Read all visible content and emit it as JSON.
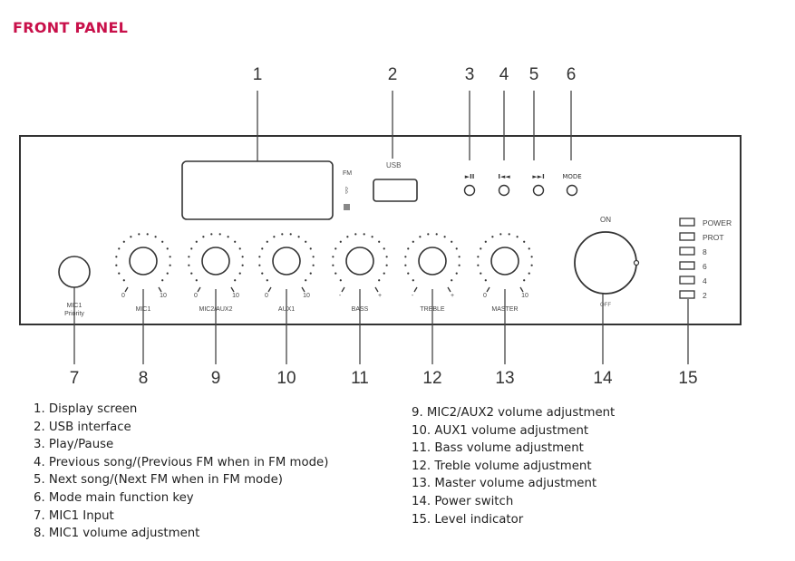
{
  "title": "FRONT PANEL",
  "callout_numbers": [
    "1",
    "2",
    "3",
    "4",
    "5",
    "6",
    "7",
    "8",
    "9",
    "10",
    "11",
    "12",
    "13",
    "14",
    "15"
  ],
  "panel": {
    "display_indicators": [
      "FM",
      "bluetooth",
      "usb-card"
    ],
    "usb_label": "USB",
    "transport_buttons": [
      {
        "icon": "play-pause-icon",
        "glyph": "►II"
      },
      {
        "icon": "previous-icon",
        "glyph": "I◄◄"
      },
      {
        "icon": "next-icon",
        "glyph": "►►I"
      },
      {
        "icon": "mode-button",
        "glyph": "MODE"
      }
    ],
    "mic_input": {
      "line1": "MIC1",
      "line2": "Priority"
    },
    "knobs": [
      {
        "name": "MIC1",
        "min": "0",
        "max": "10"
      },
      {
        "name": "MIC2/AUX2",
        "min": "0",
        "max": "10"
      },
      {
        "name": "AUX1",
        "min": "0",
        "max": "10"
      },
      {
        "name": "BASS",
        "min": "-",
        "max": "+"
      },
      {
        "name": "TREBLE",
        "min": "-",
        "max": "+"
      },
      {
        "name": "MASTER",
        "min": "0",
        "max": "10"
      }
    ],
    "power_switch": {
      "on": "ON",
      "off": "OFF"
    },
    "leds": [
      "POWER",
      "PROT",
      "8",
      "6",
      "4",
      "2"
    ]
  },
  "legend_left": [
    "1. Display screen",
    "2. USB interface",
    "3. Play/Pause",
    "4. Previous song/(Previous FM when in FM mode)",
    "5. Next song/(Next FM when in FM mode)",
    "6. Mode main function key",
    "7. MIC1 Input",
    "8. MIC1 volume adjustment"
  ],
  "legend_right": [
    "9. MIC2/AUX2 volume adjustment",
    "10. AUX1 volume adjustment",
    "11. Bass volume adjustment",
    "12. Treble volume adjustment",
    "13. Master volume adjustment",
    "14. Power switch",
    "15. Level indicator"
  ]
}
